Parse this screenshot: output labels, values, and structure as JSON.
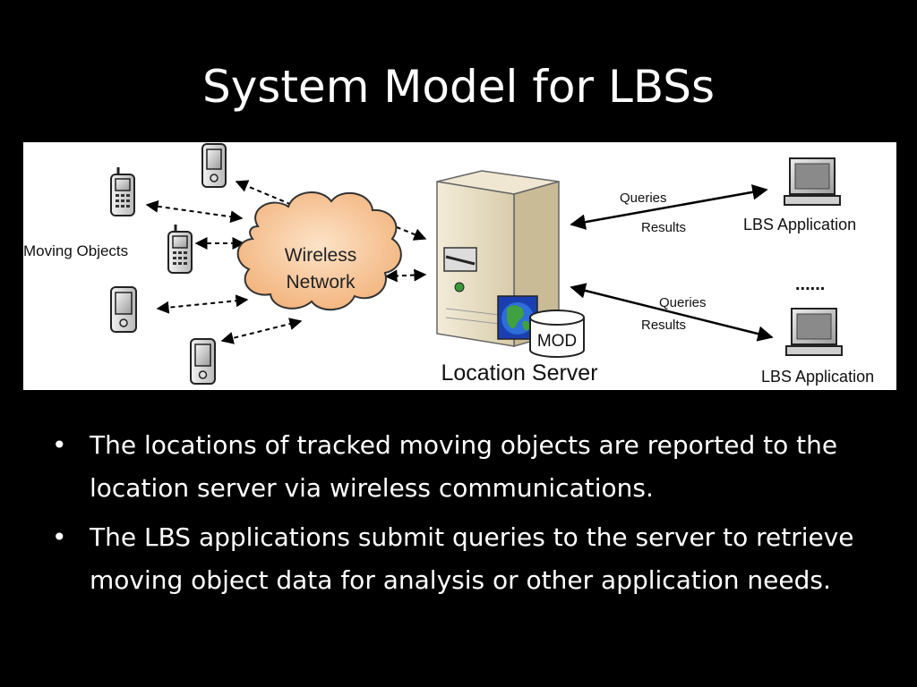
{
  "slide": {
    "title": "System Model for LBSs"
  },
  "diagram": {
    "moving_objects_label": "Moving Objects",
    "cloud_line1": "Wireless",
    "cloud_line2": "Network",
    "server_label": "Location Server",
    "db_label": "MOD",
    "app_top": {
      "queries": "Queries",
      "results": "Results",
      "label": "LBS Application"
    },
    "app_bottom": {
      "queries": "Queries",
      "results": "Results",
      "label": "LBS Application"
    },
    "ellipsis": "......",
    "icons": [
      "mobile-phone-icon",
      "cloud-icon",
      "server-icon",
      "globe-icon",
      "database-icon",
      "desktop-computer-icon"
    ]
  },
  "bullets": [
    "The locations of tracked moving objects are reported to the location server via wireless communications.",
    "The LBS applications submit queries to the server to retrieve moving object data for analysis or other application needs."
  ]
}
